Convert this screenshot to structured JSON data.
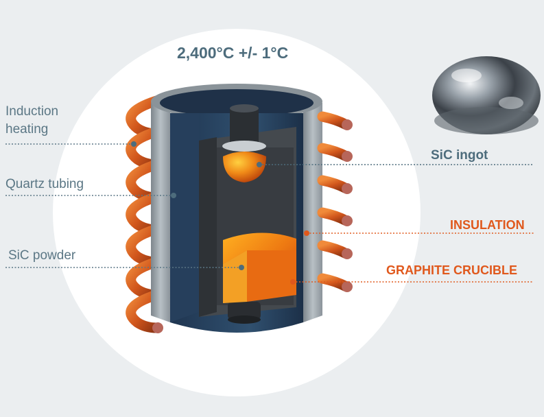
{
  "title": "2,400°C +/- 1°C",
  "labels": {
    "induction_heating": [
      "Induction",
      "heating"
    ],
    "quartz_tubing": "Quartz tubing",
    "sic_powder": "SiC powder",
    "sic_ingot": "SiC ingot",
    "insulation": "INSULATION",
    "graphite_crucible": "GRAPHITE CRUCIBLE"
  },
  "colors": {
    "background": "#ebeef0",
    "label_gray": "#5b7785",
    "title_slate": "#4d6c7c",
    "accent_orange": "#e0581c",
    "coil_copper": "#c9501b",
    "insulation_blue": "#2d4a68",
    "graphite": "#3a3f44",
    "quartz": "#9aa2a8"
  }
}
